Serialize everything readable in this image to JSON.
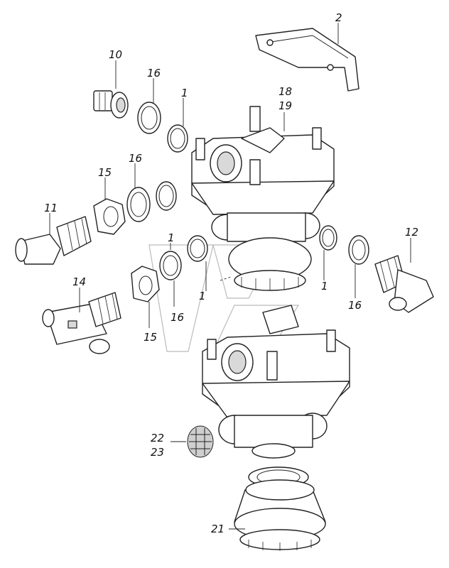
{
  "callouts": {
    "c2": "2",
    "c10": "10",
    "c16a": "16",
    "c1a": "1",
    "c18": "18",
    "c19": "19",
    "c16b": "16",
    "c15a": "15",
    "c11": "11",
    "c12": "12",
    "c1b": "1",
    "c1c": "1",
    "c1d": "1",
    "c14": "14",
    "c16c": "16",
    "c16d": "16",
    "c15b": "15",
    "c22": "22",
    "c23": "23",
    "c21": "21"
  },
  "icons": {
    "watermark": "kamaz-logo-watermark"
  }
}
